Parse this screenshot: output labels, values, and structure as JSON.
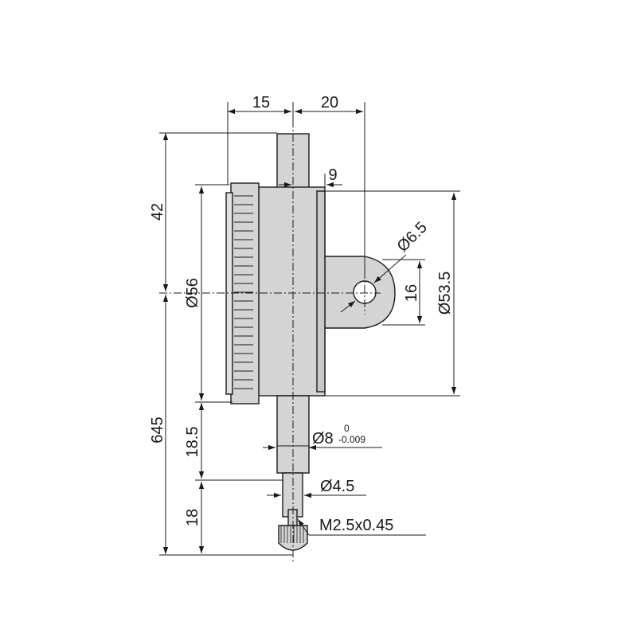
{
  "dimensions": {
    "width_left": "15",
    "width_right": "20",
    "lug_offset": "9",
    "height_top": "42",
    "dial_diameter": "Ø56",
    "hole_diameter": "Ø6.5",
    "lug_height": "16",
    "back_diameter": "Ø53.5",
    "total_height": "645",
    "stem_length": "18.5",
    "tip_length": "18",
    "stem_diameter": "Ø8",
    "stem_tol_upper": "0",
    "stem_tol_lower": "-0.009",
    "spindle_diameter": "Ø4.5",
    "thread": "M2.5x0.45"
  },
  "colors": {
    "body_fill": "#d4d4d4",
    "line": "#1a1a1a",
    "background": "#ffffff"
  }
}
